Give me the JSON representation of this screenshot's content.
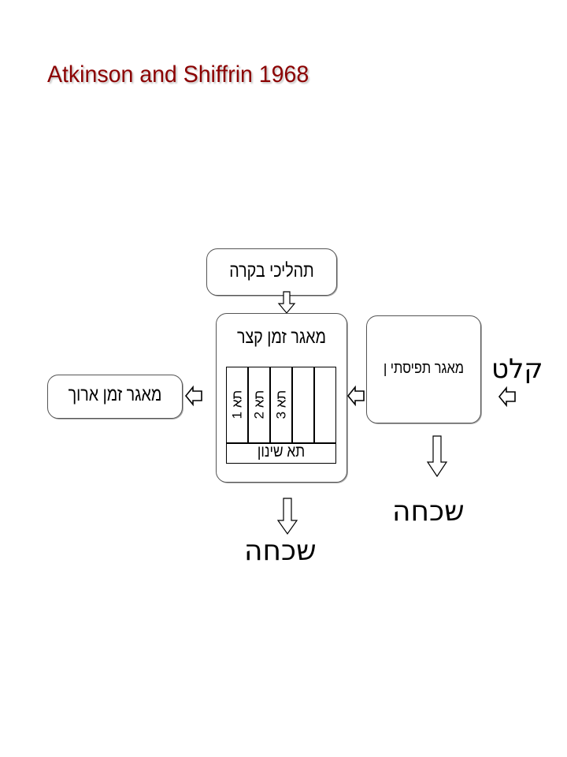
{
  "title": "Atkinson and Shiffrin 1968",
  "nodes": {
    "input": "קלט",
    "sensory_store": "מאגר תפיסתי ן",
    "short_term_store": "מאגר זמן קצר",
    "long_term_store": "מאגר זמן ארוך",
    "control_processes": "תהליכי בקרה",
    "rehearsal_buffer": "תא שינון",
    "slots": [
      "תא 1",
      "תא 2",
      "תא 3"
    ],
    "forgetting_sensory": "שכחה",
    "forgetting_short_term": "שכחה"
  }
}
